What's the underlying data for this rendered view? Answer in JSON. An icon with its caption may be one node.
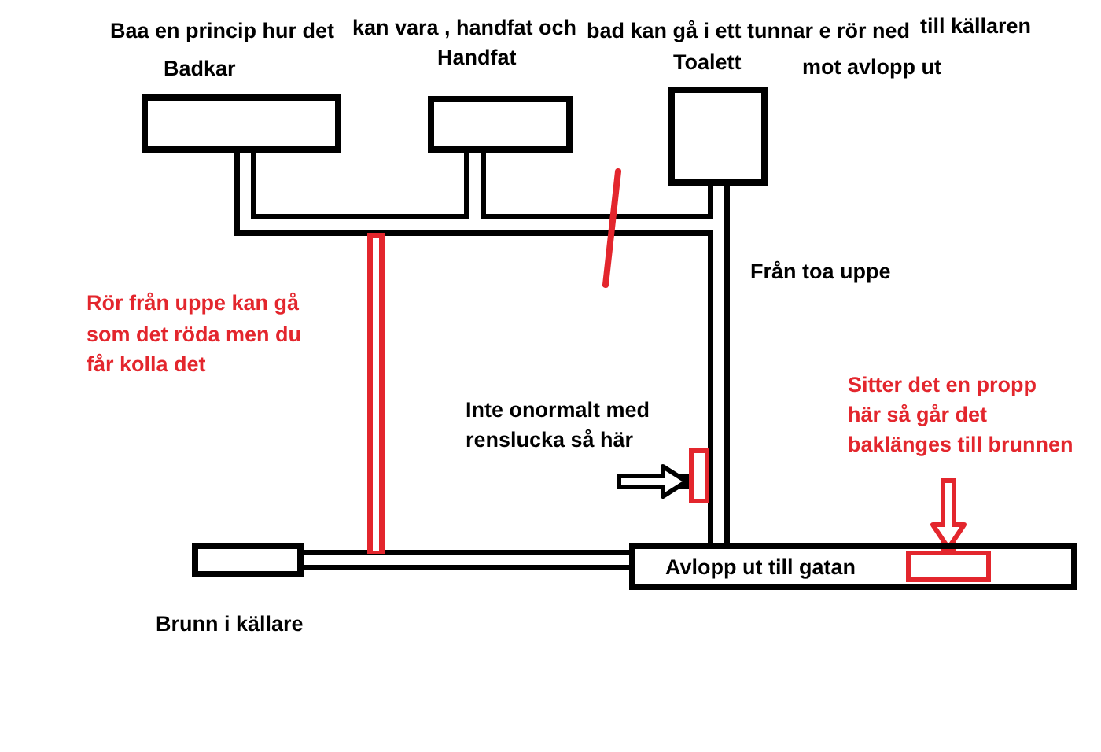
{
  "diagram": {
    "nodes": [
      {
        "text": [
          "Badkar"
        ]
      },
      {
        "text": [
          "Handfat"
        ]
      },
      {
        "text": [
          "Toalett"
        ]
      },
      {
        "text": [],
        "shape": "box"
      },
      {
        "text": [
          "Brunn i källare"
        ]
      },
      {
        "text": [
          "Avlopp ut till gatan"
        ]
      },
      {
        "text": [],
        "shape": "box",
        "in": 5
      }
    ],
    "edges": [
      {
        "from": 0,
        "to": 5,
        "arrow": "none"
      },
      {
        "from": 1,
        "to": 5,
        "arrow": "none"
      },
      {
        "from": 2,
        "to": 5,
        "arrow": "none"
      },
      {
        "from": 4,
        "to": 5,
        "arrow": "none"
      },
      {
        "from": null,
        "to": 3,
        "arrow": "to"
      },
      {
        "from": null,
        "to": 6,
        "arrow": "to",
        "color": "#e3262d"
      }
    ],
    "labels": [
      "Baa en princip hur det",
      "kan vara , handfat och",
      "bad kan gå i ett tunnar e rör ned",
      "till källaren",
      "mot avlopp ut",
      "Från toa uppe",
      "Rör från uppe kan gå som det röda men du får kolla det",
      "Inte onormalt med renslucka så här",
      "Sitter det en propp här så går det baklänges till brunnen"
    ]
  }
}
